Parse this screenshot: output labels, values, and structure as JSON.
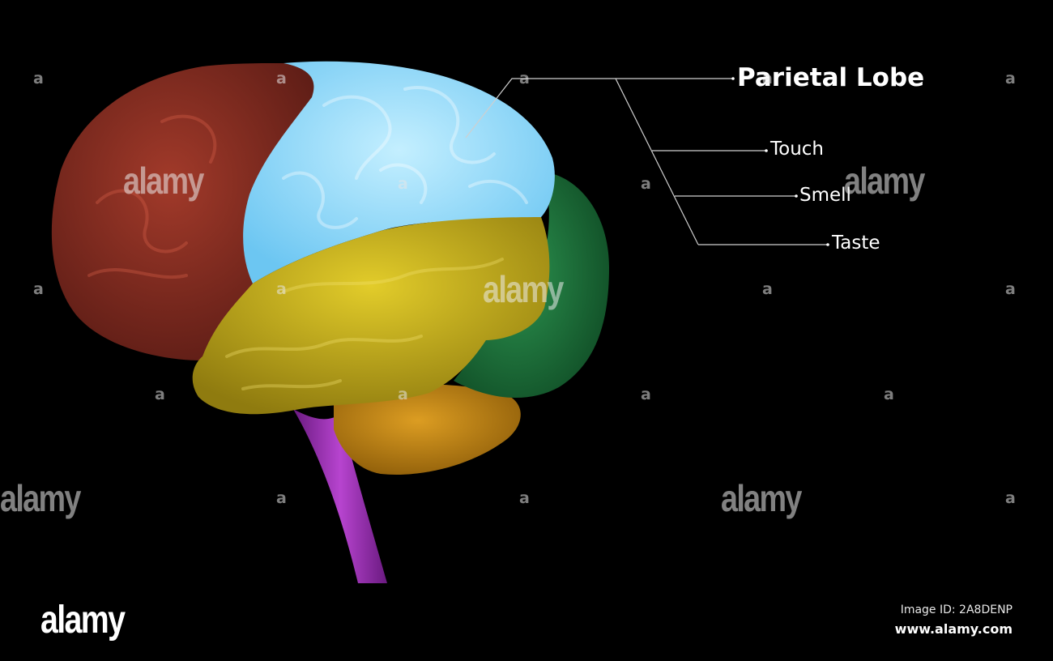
{
  "annotation": {
    "title": "Parietal Lobe",
    "items": [
      "Touch",
      "Smell",
      "Taste"
    ]
  },
  "watermark": {
    "letter": "a",
    "word": "alamy",
    "logo": "alamy",
    "image_id": "Image ID: 2A8DENP",
    "site": "www.alamy.com"
  },
  "colors": {
    "background": "#000000",
    "frontal_lobe": "#8a2e22",
    "parietal_lobe": "#8fdcff",
    "temporal_lobe": "#c9b51e",
    "occipital_lobe": "#1f7a3f",
    "cerebellum": "#c98a14",
    "brainstem": "#9b2fb0",
    "leader_line": "#cfcfcf"
  }
}
